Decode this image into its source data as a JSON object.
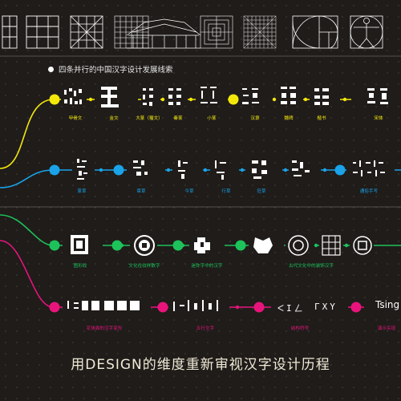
{
  "heading": "四条并行的中国汉字设计发展线索",
  "footer": "用DESIGN的维度重新审视汉字设计历程",
  "tsing": "Tsing",
  "latin_glyphs": [
    "ᐸIㄥ",
    "ГХY"
  ],
  "icons": [
    "grid-2x3-icon",
    "grid-3x3-icon",
    "grid-4x4-icon",
    "grid-6x6-icon",
    "temple-icon",
    "pattern-grid-icon",
    "dense-grid-icon",
    "golden-spiral-icon",
    "vitruvian-man-icon"
  ],
  "tracks": {
    "yellow": {
      "color": "#f4e80a",
      "labels": [
        "甲骨文",
        "金文",
        "大篆（籀文）",
        "秦篆",
        "小篆",
        "汉隶",
        "魏碑",
        "楷书",
        "宋体"
      ]
    },
    "blue": {
      "color": "#1aa3e8",
      "labels": [
        "篆草",
        "章草",
        "今草",
        "行草",
        "狂草",
        "通俗手写"
      ]
    },
    "green": {
      "color": "#1ec25a",
      "labels": [
        "图形纹",
        "文化在纹样数字",
        "迷你字中的汉字",
        "古代文化中的装饰汉字"
      ]
    },
    "pink": {
      "color": "#e8147c",
      "labels": [
        "花体面的汉字变形",
        "五行文字",
        "结构符号",
        "演示实现"
      ]
    }
  }
}
